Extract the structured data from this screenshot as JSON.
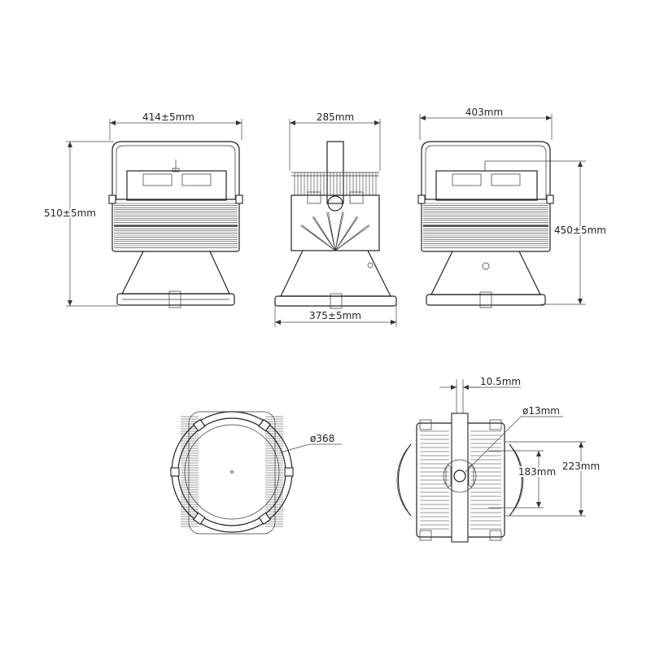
{
  "colors": {
    "line": "#222222",
    "background": "#ffffff"
  },
  "views": {
    "front": {
      "width_label": "414±5mm",
      "height_label": "510±5mm"
    },
    "side": {
      "top_width_label": "285mm",
      "bottom_width_label": "375±5mm"
    },
    "back": {
      "width_label": "403mm",
      "height_label": "450±5mm"
    },
    "bottom": {
      "diameter_label": "ø368"
    },
    "top": {
      "width_label": "10.5mm",
      "hole_label": "ø13mm",
      "inner_height_label": "183mm",
      "outer_height_label": "223mm"
    }
  }
}
